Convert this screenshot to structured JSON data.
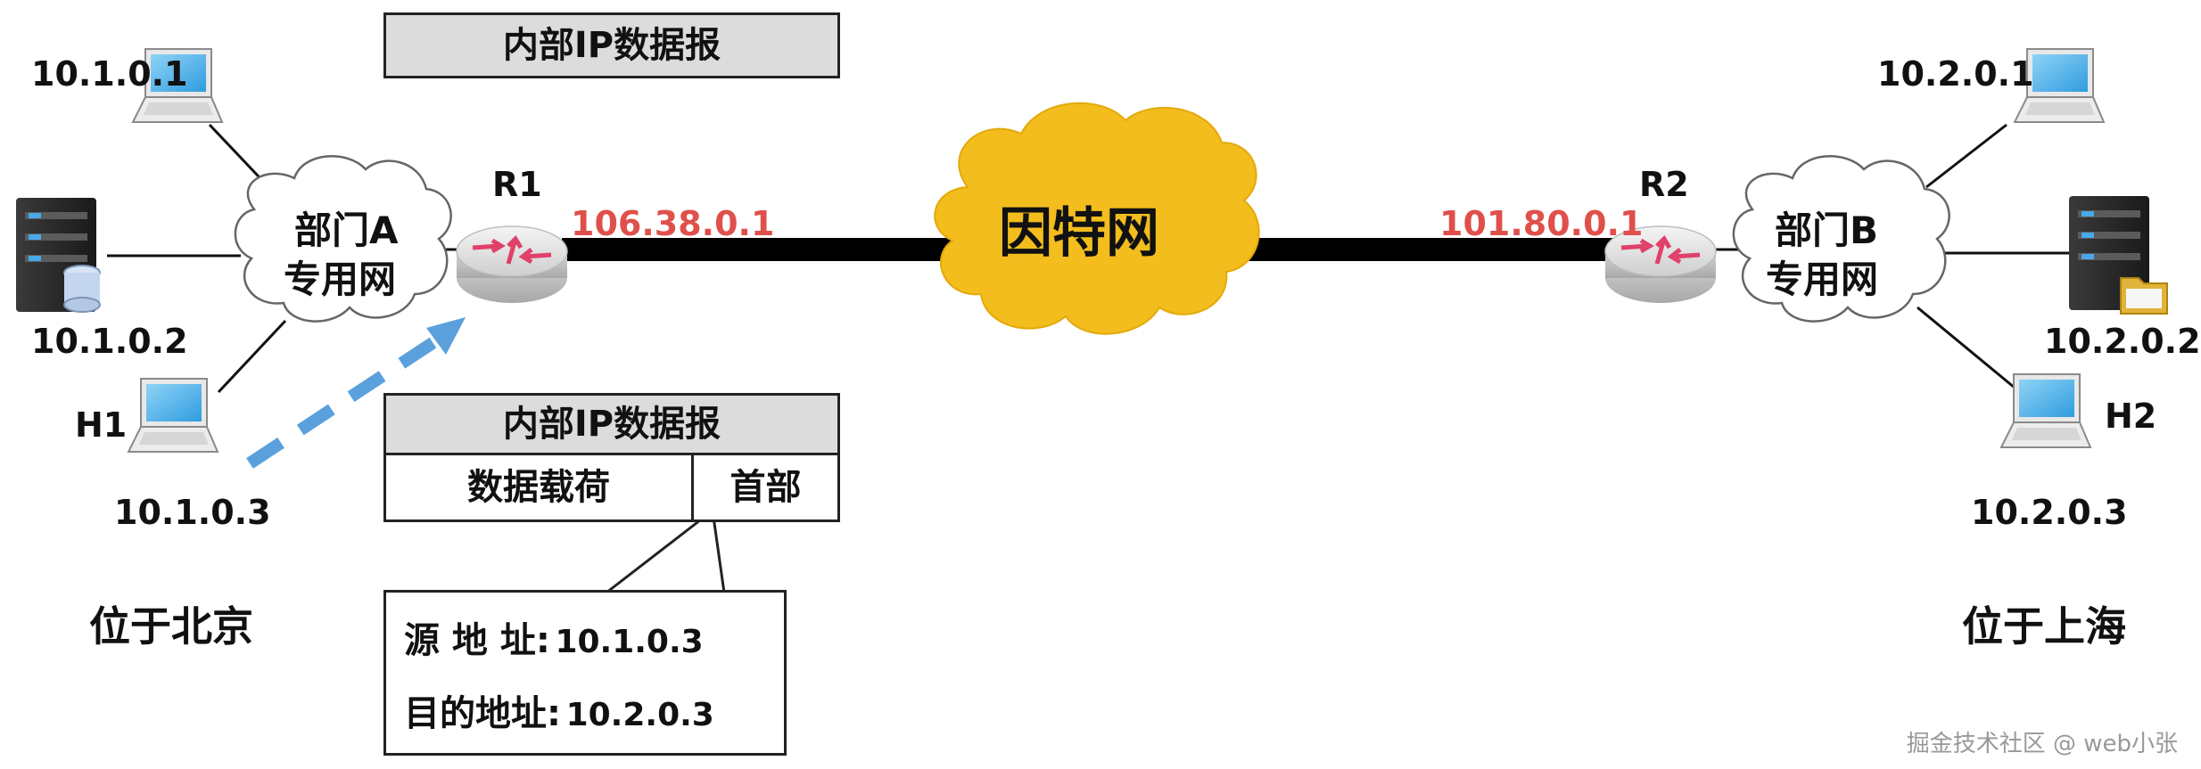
{
  "networks": {
    "left": {
      "line1": "部门A",
      "line2": "专用网",
      "location": "位于北京"
    },
    "right": {
      "line1": "部门B",
      "line2": "专用网",
      "location": "位于上海"
    },
    "internet": "因特网"
  },
  "routers": {
    "r1": {
      "name": "R1",
      "public_ip": "106.38.0.1"
    },
    "r2": {
      "name": "R2",
      "public_ip": "101.80.0.1"
    }
  },
  "hosts_left": {
    "top": "10.1.0.1",
    "server": "10.1.0.2",
    "h1_name": "H1",
    "h1_ip": "10.1.0.3"
  },
  "hosts_right": {
    "top": "10.2.0.1",
    "server": "10.2.0.2",
    "h2_name": "H2",
    "h2_ip": "10.2.0.3"
  },
  "datagram_top": {
    "title": "内部IP数据报"
  },
  "datagram_bottom": {
    "title": "内部IP数据报",
    "payload": "数据载荷",
    "header": "首部",
    "src_label": "源 地 址:",
    "src_value": "10.1.0.3",
    "dst_label": "目的地址:",
    "dst_value": "10.2.0.3"
  },
  "watermark": "掘金技术社区 @ web小张",
  "colors": {
    "internet_cloud": "#f2bd1d",
    "link": "#000000",
    "arrow": "#5aa0dc",
    "public_ip": "#e0504b",
    "box_fill": "#dcdcdc"
  }
}
